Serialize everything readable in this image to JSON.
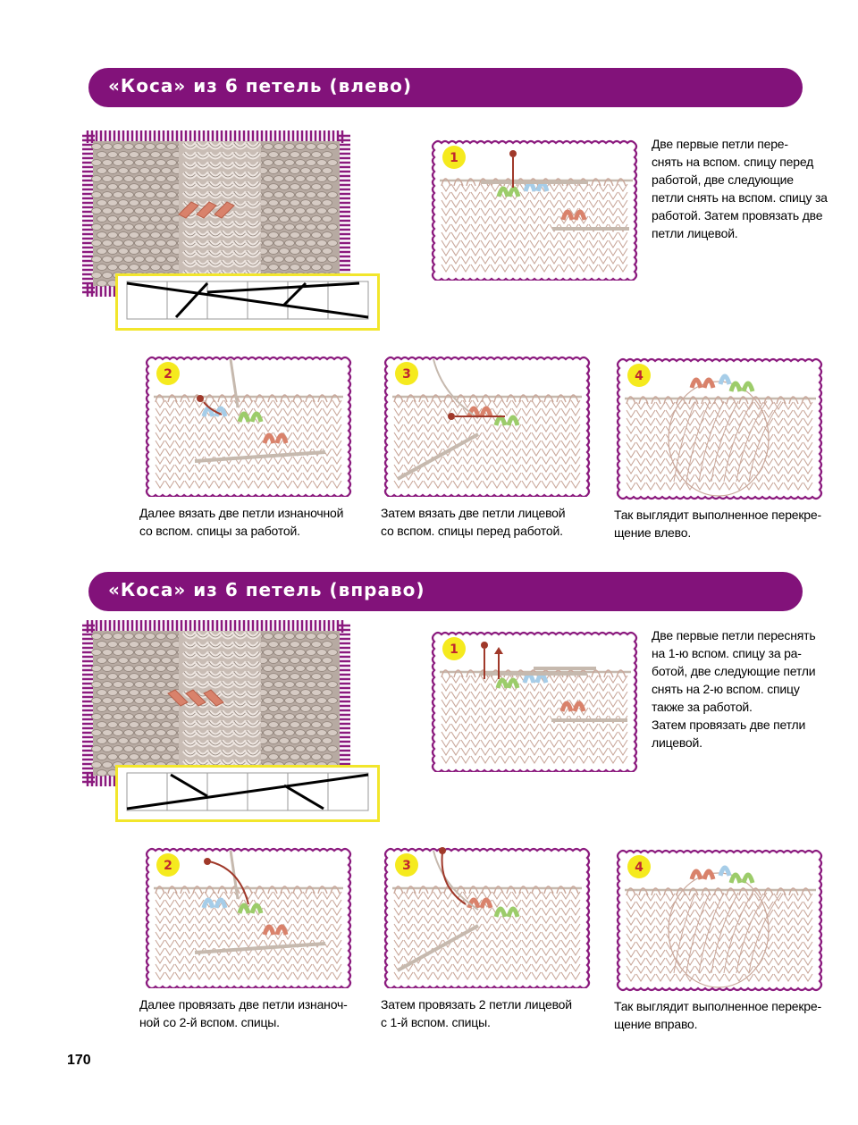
{
  "section_left": {
    "title": "«Коса» из 6 петель (влево)",
    "step1_number": "1",
    "step1_text": [
      "Две первые петли пере-",
      "снять на вспом. спицу перед",
      "работой, две следующие",
      "петли снять на вспом. спицу за",
      "работой.  Затем провязать две",
      "петли лицевой."
    ],
    "step2_number": "2",
    "step2_text": [
      "Далее вязать две петли изнаночной",
      "со вспом. спицы за работой."
    ],
    "step3_number": "3",
    "step3_text": [
      "Затем вязать две петли лицевой",
      "со вспом. спицы перед работой."
    ],
    "step4_number": "4",
    "step4_text": [
      "Так выглядит выполненное перекре-",
      "щение влево."
    ]
  },
  "section_right": {
    "title": "«Коса» из 6 петель (вправо)",
    "step1_number": "1",
    "step1_text": [
      "Две первые петли переснять",
      "на 1-ю вспом. спицу за ра-",
      "ботой, две следующие петли",
      "снять на 2-ю вспом. спицу",
      "также за работой.",
      "Затем провязать две петли",
      "лицевой."
    ],
    "step2_number": "2",
    "step2_text": [
      "Далее провязать две петли изнаноч-",
      "ной со 2-й вспом. спицы."
    ],
    "step3_number": "3",
    "step3_text": [
      "Затем провязать 2 петли лицевой",
      "с 1-й вспом. спицы."
    ],
    "step4_number": "4",
    "step4_text": [
      "Так выглядит выполненное перекре-",
      "щение вправо."
    ]
  },
  "page_number": "170",
  "colors": {
    "banner": "#82127a",
    "frame": "#8b1a7e",
    "chart_border": "#f2e62c",
    "badge": "#f5ea1e",
    "stitch": "#c9a79a",
    "salmon": "#d9826b",
    "green": "#9ccc6a",
    "blue": "#a6cde8",
    "arrow": "#a0392a",
    "yarn": "#c6b9ae"
  }
}
